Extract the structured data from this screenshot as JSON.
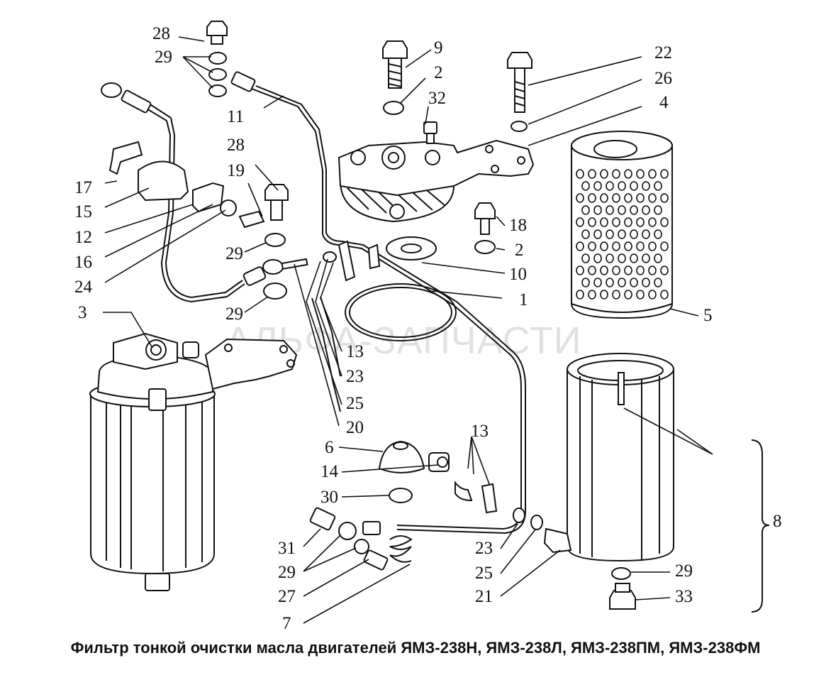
{
  "caption": "Фильтр тонкой очистки масла двигателей ЯМЗ-238Н, ЯМЗ-238Л, ЯМЗ-238ПМ, ЯМЗ-238ФМ",
  "watermark": "АЛЬФА-ЗАПЧАСТИ",
  "callouts": [
    {
      "id": "c28a",
      "text": "28"
    },
    {
      "id": "c29a",
      "text": "29"
    },
    {
      "id": "c9",
      "text": "9"
    },
    {
      "id": "c2a",
      "text": "2"
    },
    {
      "id": "c32",
      "text": "32"
    },
    {
      "id": "c22",
      "text": "22"
    },
    {
      "id": "c26",
      "text": "26"
    },
    {
      "id": "c4",
      "text": "4"
    },
    {
      "id": "c11",
      "text": "11"
    },
    {
      "id": "c28b",
      "text": "28"
    },
    {
      "id": "c19",
      "text": "19"
    },
    {
      "id": "c17",
      "text": "17"
    },
    {
      "id": "c15",
      "text": "15"
    },
    {
      "id": "c12",
      "text": "12"
    },
    {
      "id": "c16",
      "text": "16"
    },
    {
      "id": "c24",
      "text": "24"
    },
    {
      "id": "c29b",
      "text": "29"
    },
    {
      "id": "c29c",
      "text": "29"
    },
    {
      "id": "c18",
      "text": "18"
    },
    {
      "id": "c2b",
      "text": "2"
    },
    {
      "id": "c10",
      "text": "10"
    },
    {
      "id": "c1",
      "text": "1"
    },
    {
      "id": "c5",
      "text": "5"
    },
    {
      "id": "c3",
      "text": "3"
    },
    {
      "id": "c13a",
      "text": "13"
    },
    {
      "id": "c23a",
      "text": "23"
    },
    {
      "id": "c25a",
      "text": "25"
    },
    {
      "id": "c20",
      "text": "20"
    },
    {
      "id": "c6",
      "text": "6"
    },
    {
      "id": "c13b",
      "text": "13"
    },
    {
      "id": "c14",
      "text": "14"
    },
    {
      "id": "c30",
      "text": "30"
    },
    {
      "id": "c8",
      "text": "8"
    },
    {
      "id": "c31",
      "text": "31"
    },
    {
      "id": "c29d",
      "text": "29"
    },
    {
      "id": "c27",
      "text": "27"
    },
    {
      "id": "c7",
      "text": "7"
    },
    {
      "id": "c23b",
      "text": "23"
    },
    {
      "id": "c25b",
      "text": "25"
    },
    {
      "id": "c21",
      "text": "21"
    },
    {
      "id": "c29e",
      "text": "29"
    },
    {
      "id": "c33",
      "text": "33"
    }
  ]
}
